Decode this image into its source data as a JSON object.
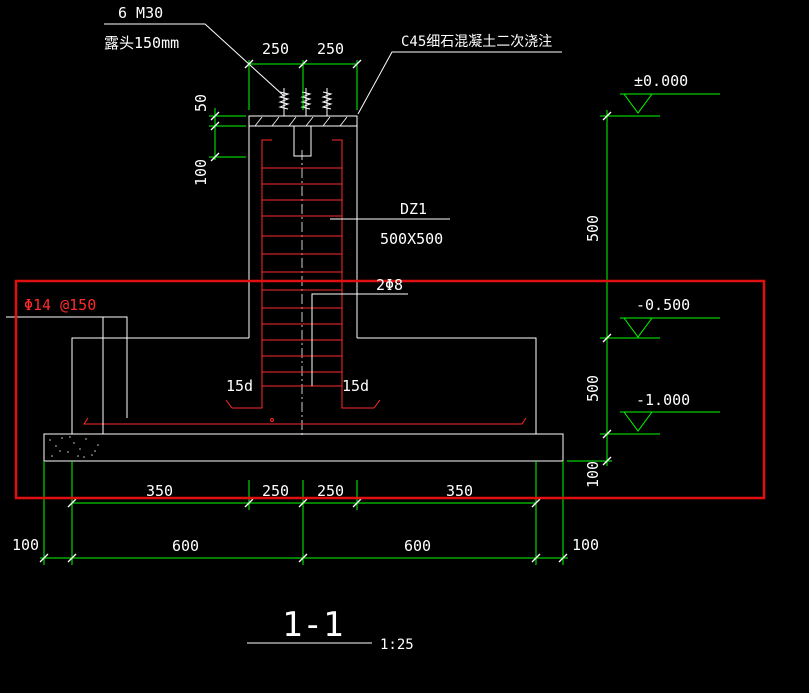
{
  "drawing": {
    "anchor_note": {
      "line1": "6 M30",
      "line2": "露头150mm"
    },
    "grout_note": "C45细石混凝土二次浇注",
    "top_dims": {
      "left": "250",
      "right": "250"
    },
    "vertical_dims_left": {
      "top": "50",
      "bottom": "100"
    },
    "column": {
      "name": "DZ1",
      "size": "500X500"
    },
    "column_rebar": "2Φ8",
    "slab_rebar": "Φ14 @150",
    "anchorage_left": "15d",
    "anchorage_right": "15d",
    "elevations": {
      "top": "±0.000",
      "mid": "-0.500",
      "bottom": "-1.000"
    },
    "right_dims": {
      "upper": "500",
      "lower": "500",
      "base": "100"
    },
    "bottom_dims_row1": [
      "350",
      "250",
      "250",
      "350"
    ],
    "bottom_dims_row2": {
      "left_edge": "100",
      "left": "600",
      "right": "600",
      "right_edge": "100"
    },
    "section_title": "1-1",
    "scale": "1:25"
  }
}
